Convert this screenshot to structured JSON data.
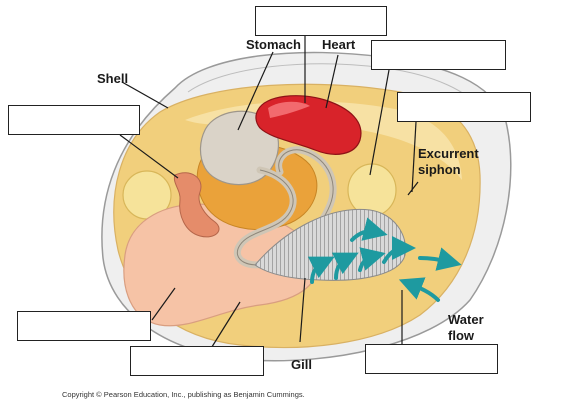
{
  "labels": {
    "shell": "Shell",
    "stomach": "Stomach",
    "heart": "Heart",
    "excurrent_line1": "Excurrent",
    "excurrent_line2": "siphon",
    "water_line1": "Water",
    "water_line2": "flow",
    "gill": "Gill"
  },
  "blanks": [
    "",
    "",
    "",
    "",
    "",
    "",
    "",
    ""
  ],
  "copyright": "Copyright © Pearson Education, Inc., publishing as Benjamin Cummings.",
  "colors": {
    "mantle": "#f1cf7c",
    "foot": "#f6c3a6",
    "heart": "#d8232a",
    "gill": "#a8a8a8",
    "water_arrow": "#1e9aa0",
    "gonad": "#eaa23a",
    "muscle": "#f6e39a",
    "shell": "#eeeeee"
  }
}
